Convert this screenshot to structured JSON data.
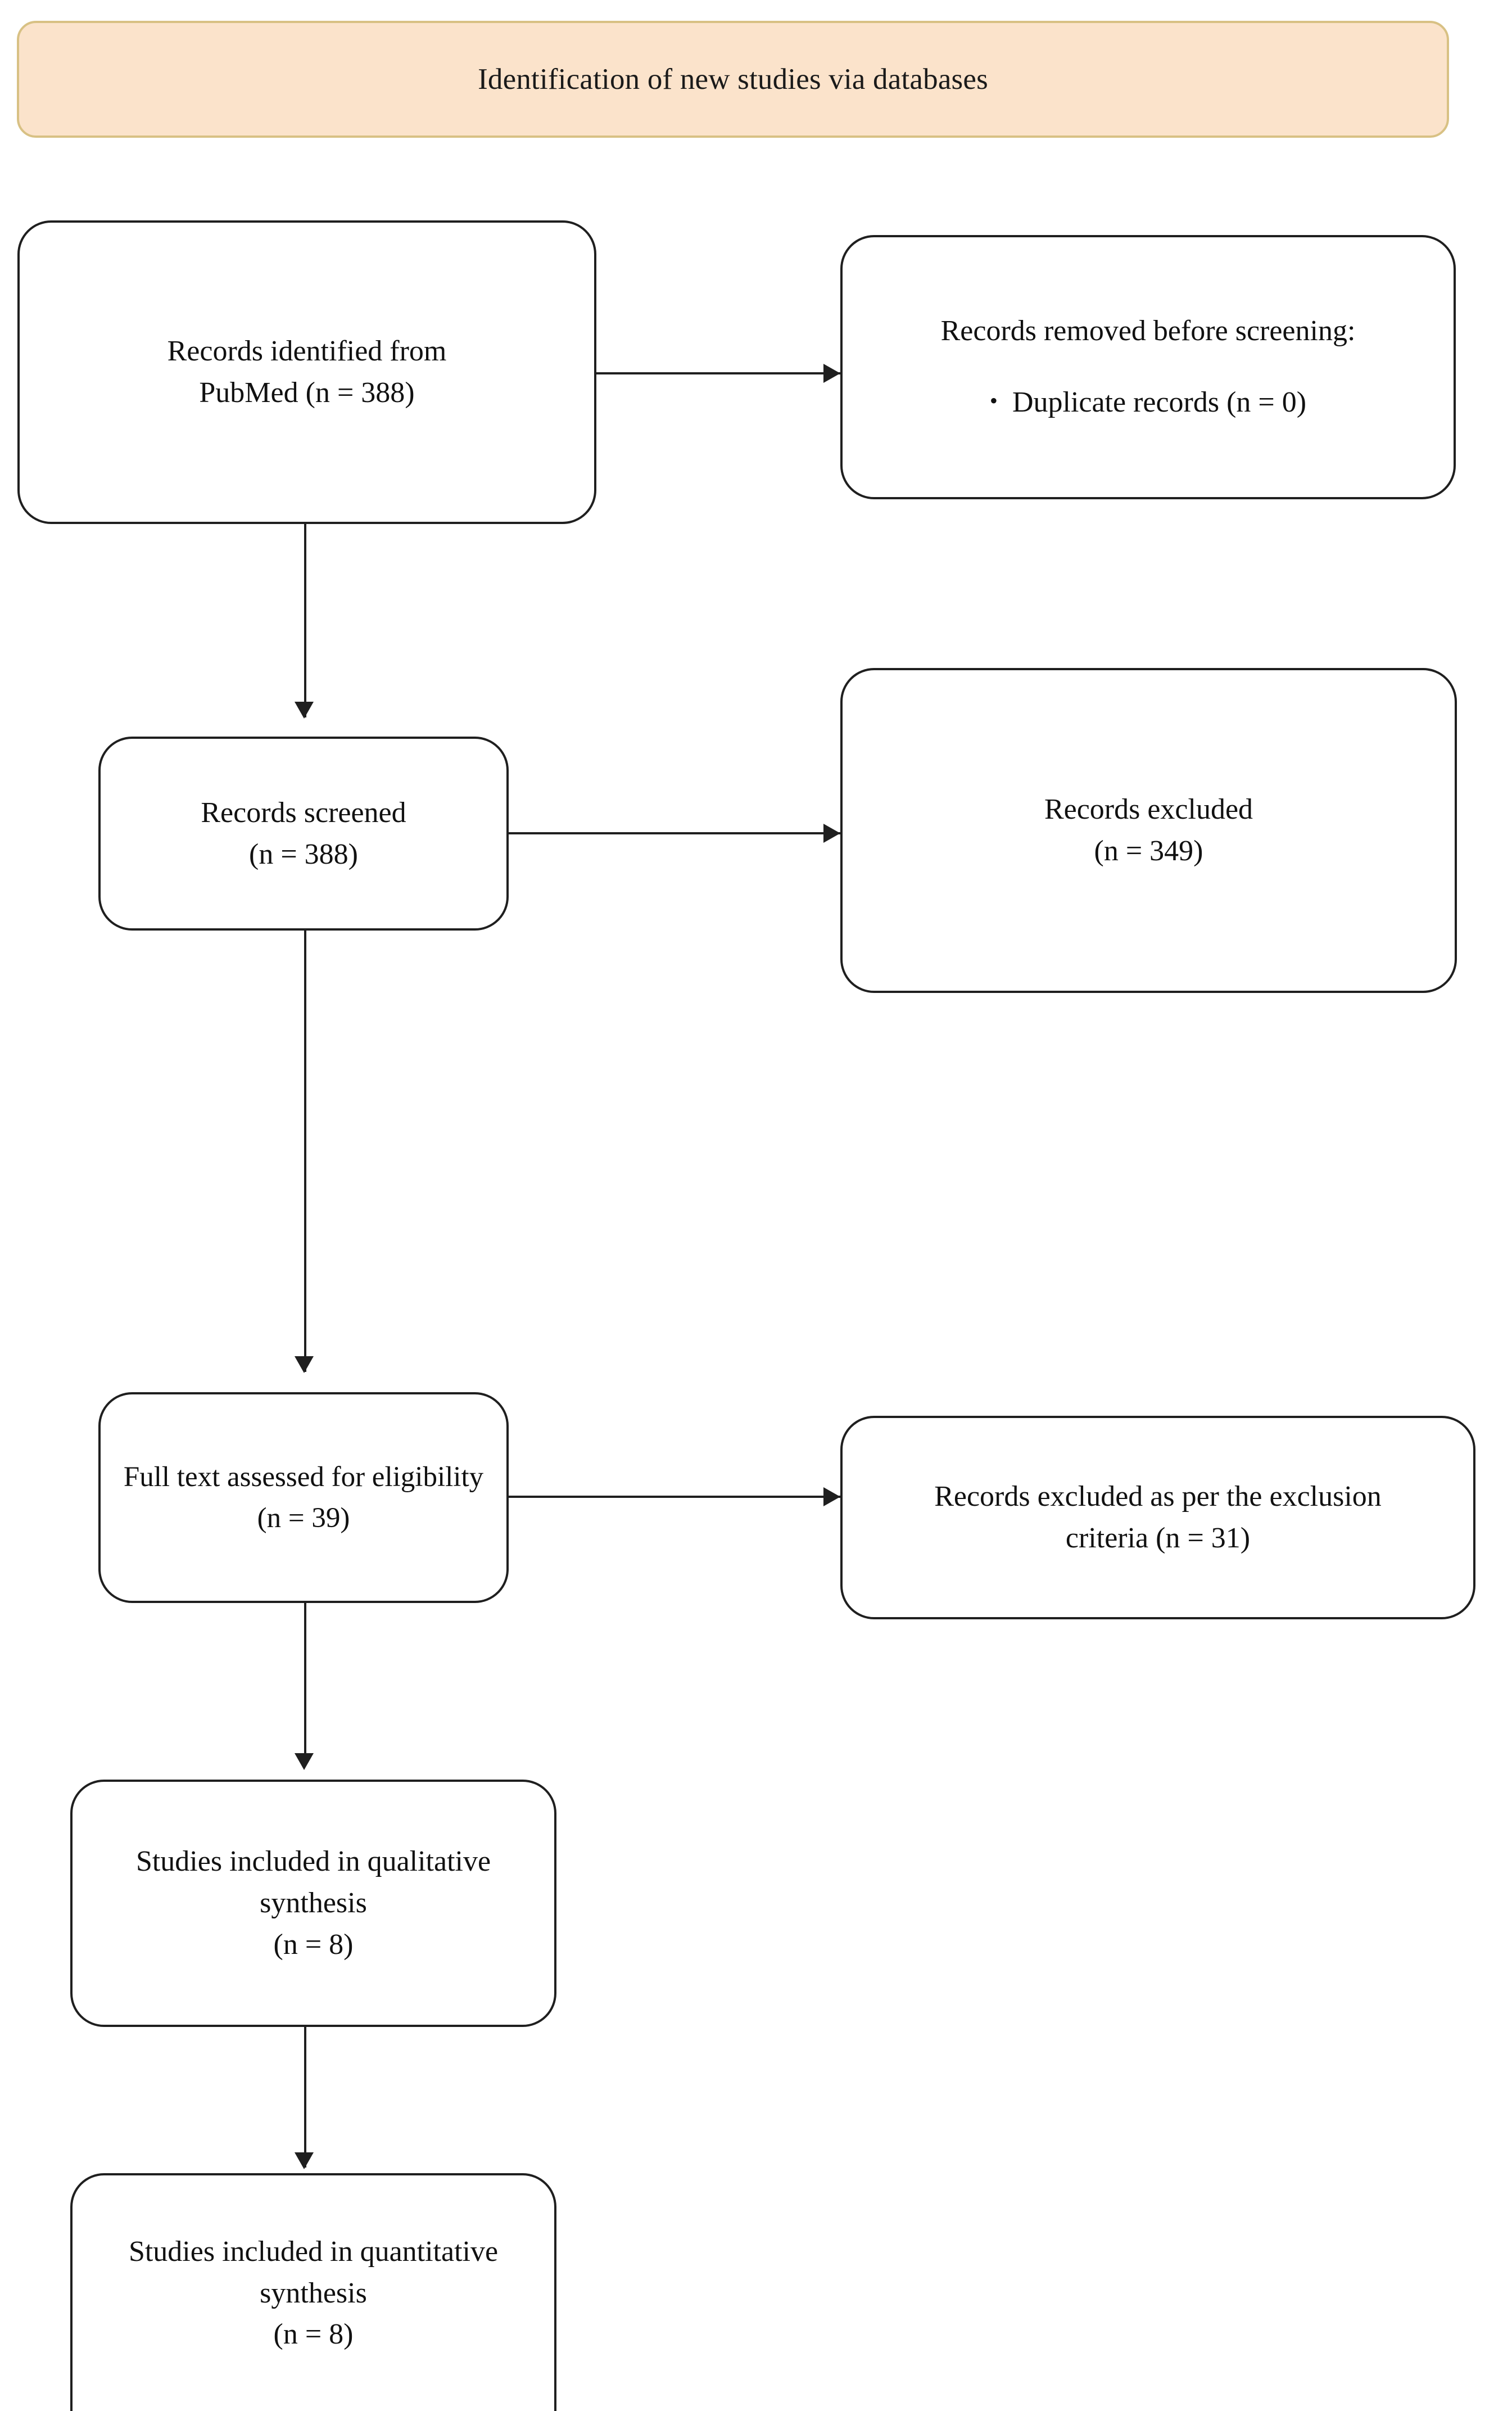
{
  "banner": {
    "title": "Identification of new studies via databases",
    "fill_color": "#FBE3CB",
    "border_color": "#D8C184"
  },
  "nodes": {
    "identified": {
      "text": "Records identified from\nPubMed (n = 388)"
    },
    "removed": {
      "heading": "Records removed before screening:",
      "bullet_marker": "•",
      "bullet": "Duplicate records (n = 0)"
    },
    "screened": {
      "text": "Records screened\n(n = 388)"
    },
    "excluded_screening": {
      "text": "Records excluded\n(n = 349)"
    },
    "fulltext": {
      "text": "Full text assessed for eligibility\n(n = 39)"
    },
    "excluded_criteria": {
      "text": "Records excluded as per the exclusion\ncriteria (n = 31)"
    },
    "qualitative": {
      "text": "Studies included in qualitative\nsynthesis\n(n = 8)"
    },
    "quantitative": {
      "text": "Studies included in quantitative\nsynthesis\n(n = 8)"
    }
  },
  "chart_data": {
    "type": "diagram",
    "title": "Identification of new studies via databases",
    "flow": [
      {
        "id": "identified",
        "stage": "identification",
        "label": "Records identified from PubMed",
        "n": 388
      },
      {
        "id": "removed",
        "stage": "identification",
        "label": "Records removed before screening: Duplicate records",
        "n": 0
      },
      {
        "id": "screened",
        "stage": "screening",
        "label": "Records screened",
        "n": 388
      },
      {
        "id": "excluded_screening",
        "stage": "screening",
        "label": "Records excluded",
        "n": 349
      },
      {
        "id": "fulltext",
        "stage": "eligibility",
        "label": "Full text assessed for eligibility",
        "n": 39
      },
      {
        "id": "excluded_criteria",
        "stage": "eligibility",
        "label": "Records excluded as per the exclusion criteria",
        "n": 31
      },
      {
        "id": "qualitative",
        "stage": "included",
        "label": "Studies included in qualitative synthesis",
        "n": 8
      },
      {
        "id": "quantitative",
        "stage": "included",
        "label": "Studies included in quantitative synthesis",
        "n": 8
      }
    ],
    "edges": [
      {
        "from": "identified",
        "to": "removed",
        "direction": "right"
      },
      {
        "from": "identified",
        "to": "screened",
        "direction": "down"
      },
      {
        "from": "screened",
        "to": "excluded_screening",
        "direction": "right"
      },
      {
        "from": "screened",
        "to": "fulltext",
        "direction": "down"
      },
      {
        "from": "fulltext",
        "to": "excluded_criteria",
        "direction": "right"
      },
      {
        "from": "fulltext",
        "to": "qualitative",
        "direction": "down"
      },
      {
        "from": "qualitative",
        "to": "quantitative",
        "direction": "down"
      }
    ]
  }
}
